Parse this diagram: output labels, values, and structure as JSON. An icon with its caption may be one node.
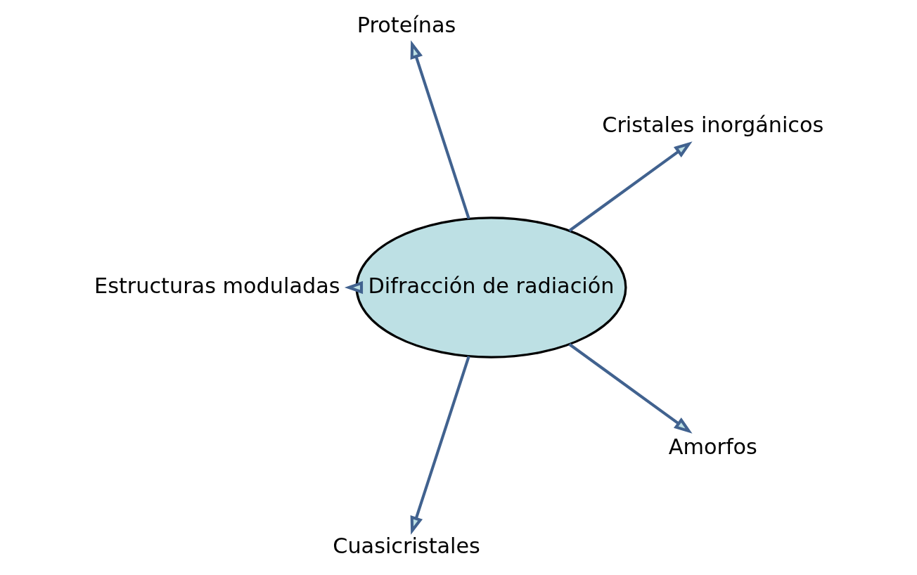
{
  "diagram": {
    "nodes": [
      {
        "text": [
          "Difracción de radiación"
        ]
      },
      {
        "text": [
          "Cristales inorgánicos"
        ]
      },
      {
        "text": [
          "Proteínas"
        ]
      },
      {
        "text": [
          "Estructuras moduladas"
        ]
      },
      {
        "text": [
          "Cuasicristales"
        ]
      },
      {
        "text": [
          "Amorfos"
        ]
      }
    ],
    "edges": [
      {
        "from": 0,
        "to": 1,
        "arrow": "to"
      },
      {
        "from": 0,
        "to": 2,
        "arrow": "to"
      },
      {
        "from": 0,
        "to": 3,
        "arrow": "to"
      },
      {
        "from": 0,
        "to": 4,
        "arrow": "to"
      },
      {
        "from": 0,
        "to": 5,
        "arrow": "to"
      }
    ]
  }
}
